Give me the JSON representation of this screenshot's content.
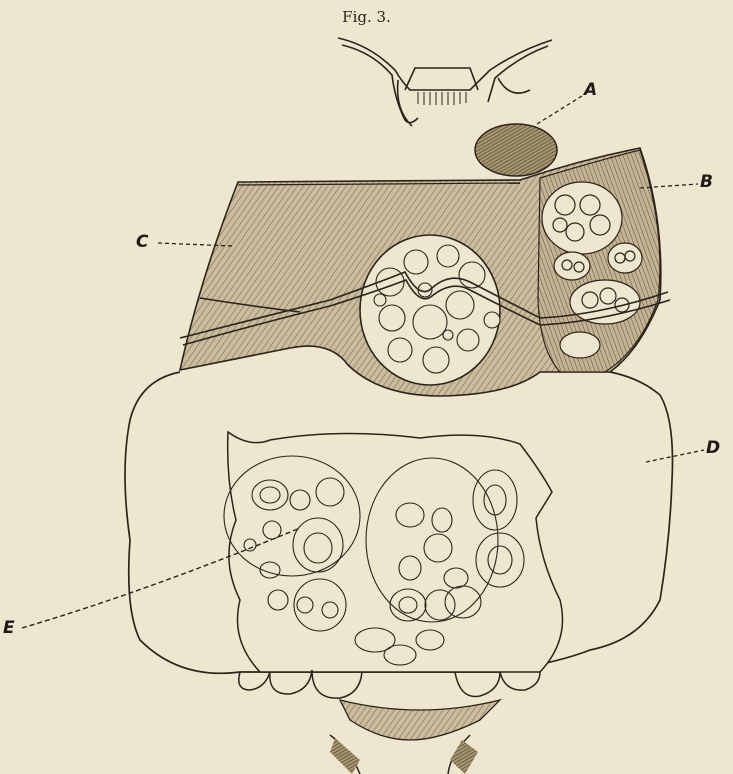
{
  "figure": {
    "title": "Fig. 3.",
    "labels": {
      "a": "A",
      "b": "B",
      "c": "C",
      "d": "D",
      "e": "E"
    }
  },
  "colors": {
    "paper": "#efe6cf",
    "ink": "#2a241c",
    "tissue": "#c9b899",
    "tissue_dark": "#b3a07e"
  }
}
